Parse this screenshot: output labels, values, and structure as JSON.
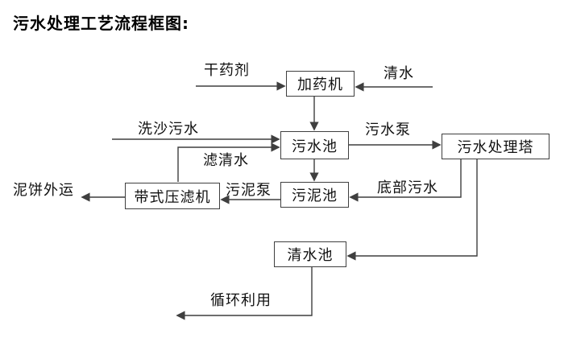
{
  "title": "污水处理工艺流程框图:",
  "nodes": {
    "dosing_machine": "加药机",
    "sewage_pool": "污水池",
    "treatment_tower": "污水处理塔",
    "sludge_pool": "污泥池",
    "belt_filter_press": "带式压滤机",
    "clean_water_pool": "清水池"
  },
  "labels": {
    "dry_agent": "干药剂",
    "clean_water": "清水",
    "sand_wash_sewage": "洗沙污水",
    "filtered_water": "滤清水",
    "sewage_pump": "污水泵",
    "bottom_sewage": "底部污水",
    "sludge_pump": "污泥泵",
    "mud_cake_transport": "泥饼外运",
    "recycle": "循环利用"
  },
  "colors": {
    "line": "#3f3f3f",
    "text": "#111111",
    "background": "#ffffff"
  }
}
